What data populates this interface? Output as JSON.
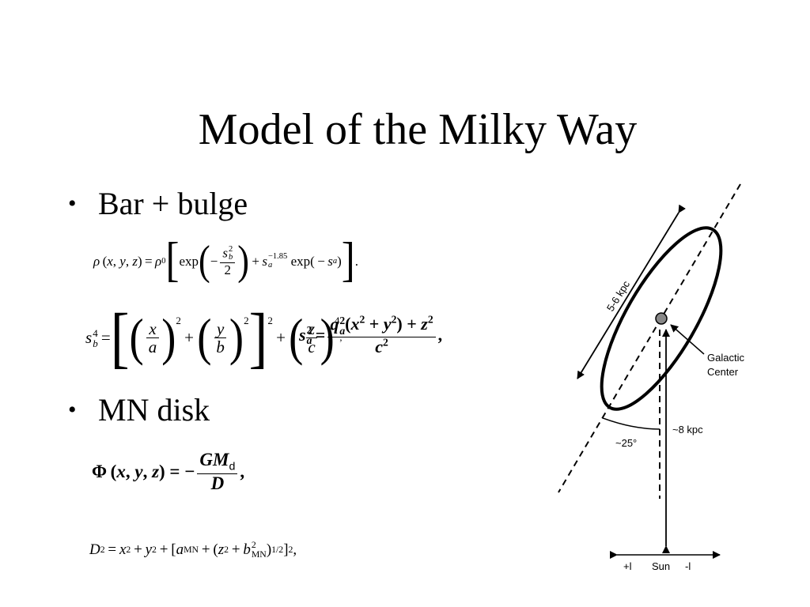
{
  "slide": {
    "title": "Model of the Milky Way",
    "bullets": [
      {
        "label": "Bar + bulge"
      },
      {
        "label": "MN disk"
      }
    ]
  },
  "equations": {
    "bar_density": "ρ(x, y, z) = ρ0 [exp(−sb²/2) + sa^−1.85 exp(−sa)].",
    "bar_exponent": "−1.85",
    "sb_definition": "sb⁴ = [(x/a)² + (y/b)²]² + (z/c)⁴,",
    "sa_definition": "sa² = (qa²(x² + y²) + z²) / c²,",
    "disk_potential": "Φ(x, y, z) = −GMd / D,",
    "disk_d": "D² = x² + y² + [aMN + (z² + bMN²)^1/2]²,"
  },
  "diagram": {
    "bar_length_label": "5-6 kpc",
    "center_label_line1": "Galactic",
    "center_label_line2": "Center",
    "distance_label": "~8 kpc",
    "angle_label": "~25°",
    "sun_label": "Sun",
    "plus_l_label": "+l",
    "minus_l_label": "-l"
  }
}
